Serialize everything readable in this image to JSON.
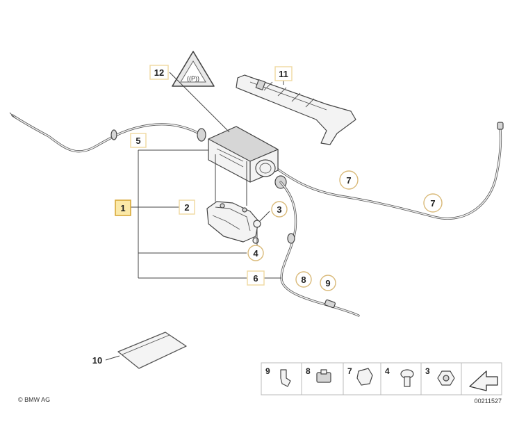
{
  "labels": {
    "l1": "1",
    "l2": "2",
    "l3": "3",
    "l4": "4",
    "l5": "5",
    "l6": "6",
    "l7a": "7",
    "l7b": "7",
    "l8": "8",
    "l9": "9",
    "l10": "10",
    "l11": "11",
    "l12": "12"
  },
  "legend": {
    "n9": "9",
    "n8": "8",
    "n7": "7",
    "n4": "4",
    "n3": "3"
  },
  "footer": {
    "copyright": "© BMW AG",
    "diagram_id": "00211527"
  }
}
